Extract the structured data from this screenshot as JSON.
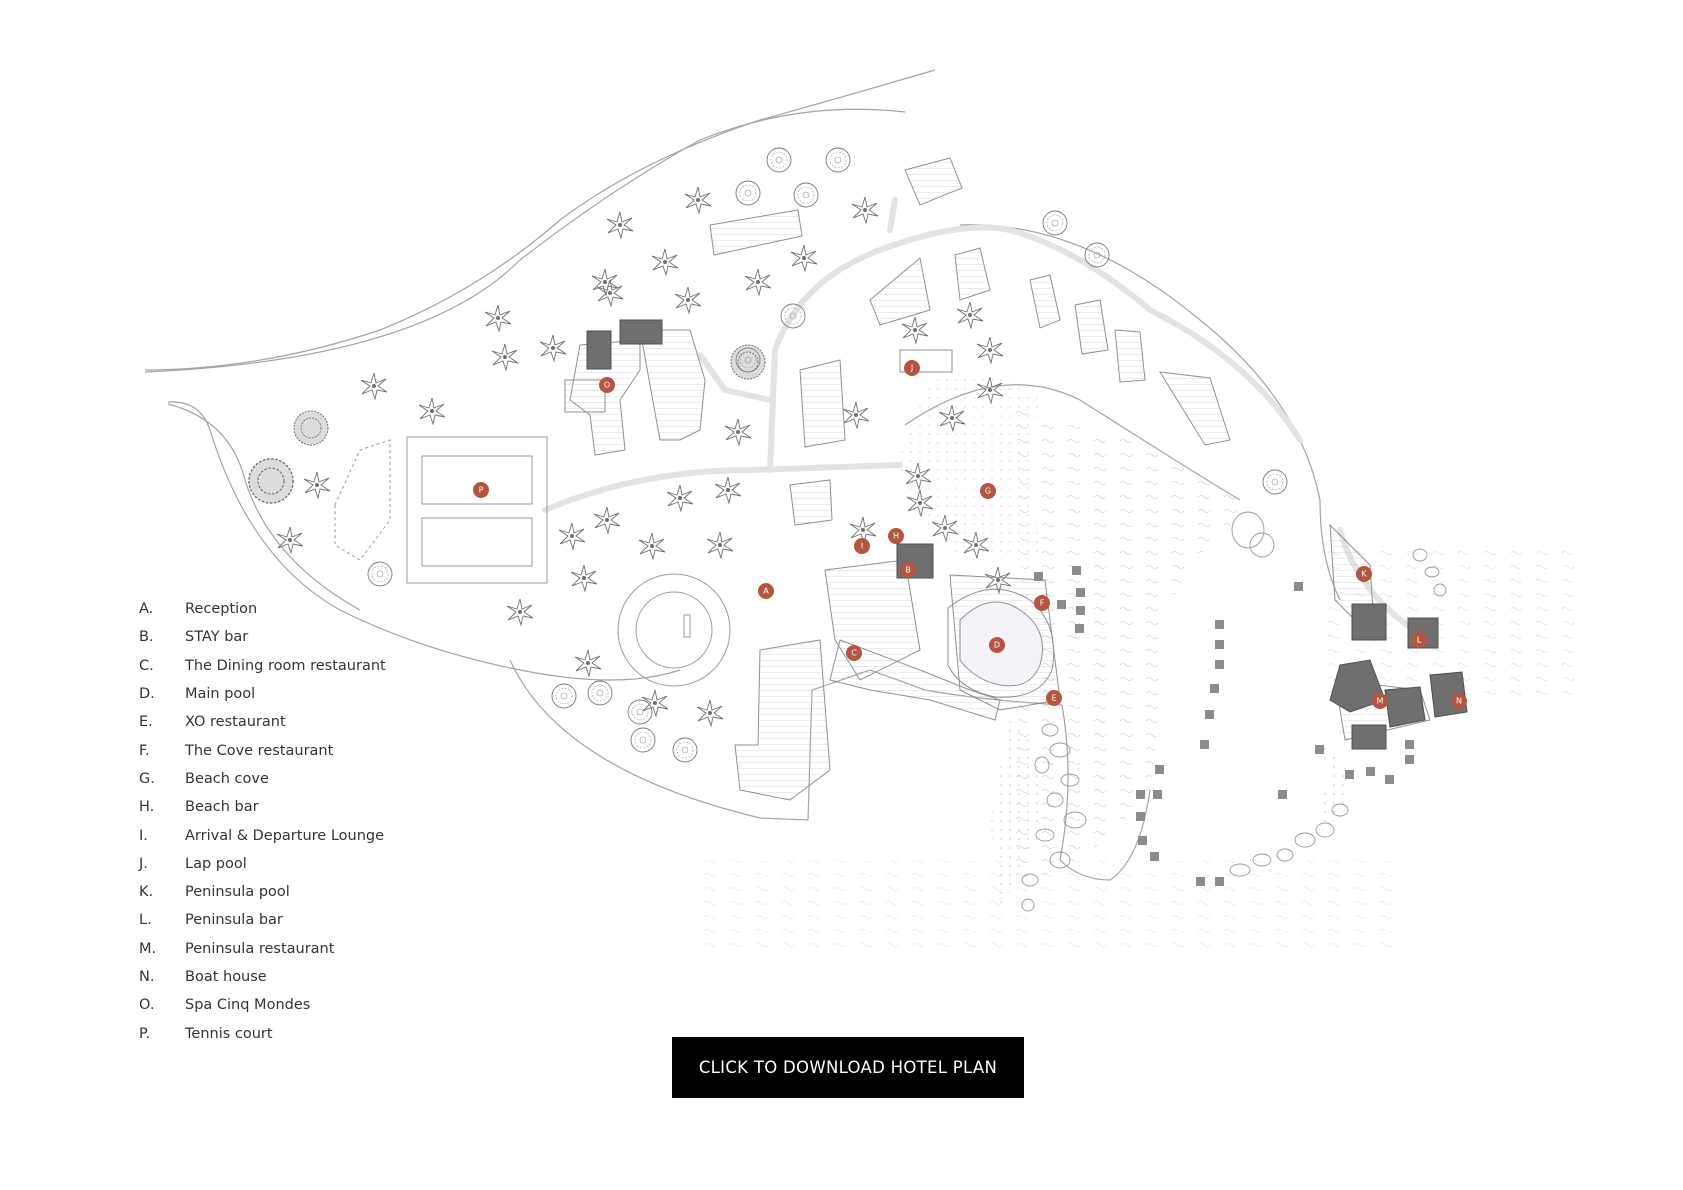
{
  "map": {
    "pins": [
      {
        "letter": "A",
        "name": "Reception"
      },
      {
        "letter": "B",
        "name": "STAY bar"
      },
      {
        "letter": "C",
        "name": "The Dining room restaurant"
      },
      {
        "letter": "D",
        "name": "Main pool"
      },
      {
        "letter": "E",
        "name": "XO restaurant"
      },
      {
        "letter": "F",
        "name": "The Cove restaurant"
      },
      {
        "letter": "G",
        "name": "Beach cove"
      },
      {
        "letter": "H",
        "name": "Beach bar"
      },
      {
        "letter": "I",
        "name": "Arrival & Departure Lounge"
      },
      {
        "letter": "J",
        "name": "Lap pool"
      },
      {
        "letter": "K",
        "name": "Peninsula pool"
      },
      {
        "letter": "L",
        "name": "Peninsula bar"
      },
      {
        "letter": "M",
        "name": "Peninsula restaurant"
      },
      {
        "letter": "N",
        "name": "Boat house"
      },
      {
        "letter": "O",
        "name": "Spa Cinq Mondes"
      },
      {
        "letter": "P",
        "name": "Tennis court"
      }
    ],
    "colors": {
      "pin": "#b5553f",
      "outline": "#9a9a9a",
      "building": "#6e6e6e",
      "path": "#e6e6e6",
      "water": "#d9c9e6"
    }
  },
  "legend": {
    "items": [
      {
        "key": "A.",
        "label": "Reception"
      },
      {
        "key": "B.",
        "label": "STAY bar"
      },
      {
        "key": "C.",
        "label": "The Dining room restaurant"
      },
      {
        "key": "D.",
        "label": "Main pool"
      },
      {
        "key": "E.",
        "label": "XO restaurant"
      },
      {
        "key": "F.",
        "label": "The Cove restaurant"
      },
      {
        "key": "G.",
        "label": "Beach cove"
      },
      {
        "key": "H.",
        "label": "Beach bar"
      },
      {
        "key": "I.",
        "label": "Arrival & Departure Lounge"
      },
      {
        "key": "J.",
        "label": "Lap pool"
      },
      {
        "key": "K.",
        "label": "Peninsula pool"
      },
      {
        "key": "L.",
        "label": "Peninsula bar"
      },
      {
        "key": "M.",
        "label": "Peninsula restaurant"
      },
      {
        "key": "N.",
        "label": "Boat house"
      },
      {
        "key": "O.",
        "label": "Spa Cinq Mondes"
      },
      {
        "key": "P.",
        "label": "Tennis court"
      }
    ]
  },
  "download": {
    "label": "CLICK TO DOWNLOAD HOTEL PLAN"
  }
}
